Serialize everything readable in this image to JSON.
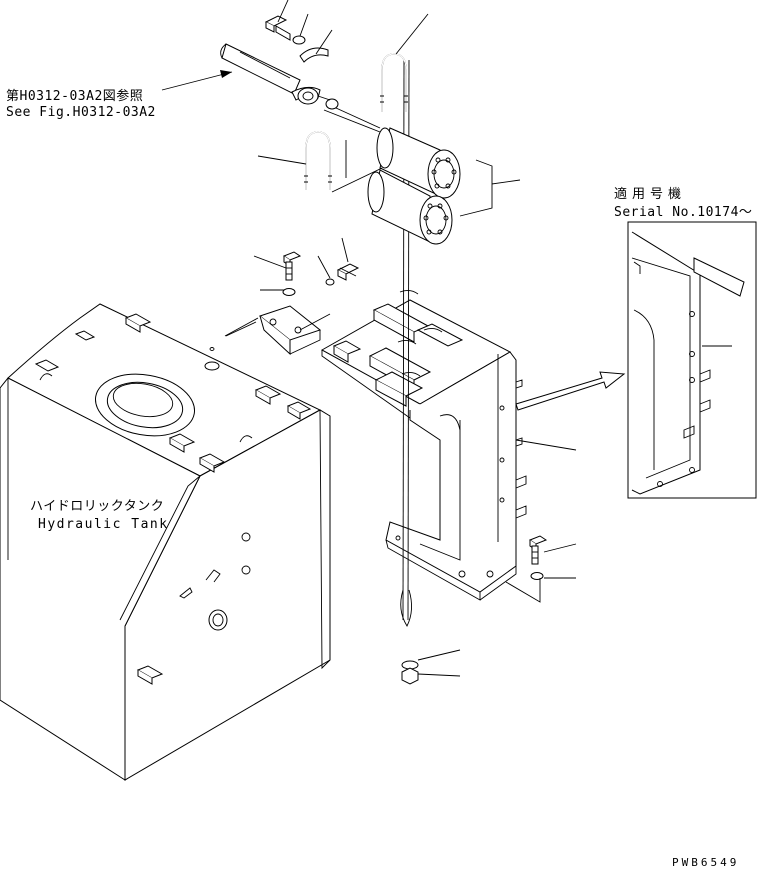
{
  "reference": {
    "line1": "第H0312-03A2図参照",
    "line2": "See Fig.H0312-03A2"
  },
  "serial": {
    "line1": "適用号機",
    "line2": "Serial No.10174〜"
  },
  "tank": {
    "line1": "ハイドロリックタンク",
    "line2": "Hydraulic Tank"
  },
  "drawing_code": "PWB6549"
}
